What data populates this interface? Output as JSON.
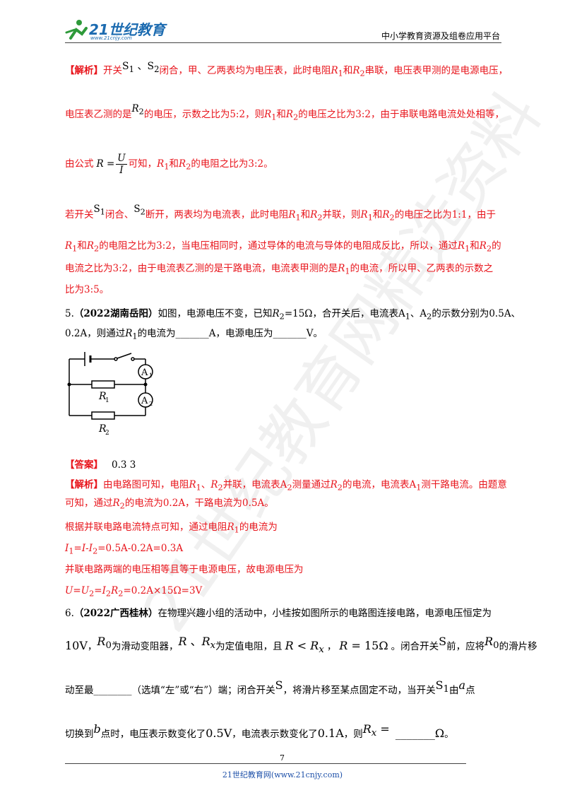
{
  "header": {
    "logo_text": "21世纪教育",
    "logo_url": "www.21cnjy.com",
    "platform": "中小学教育资源及组卷应用平台"
  },
  "q4_analysis": {
    "tag": "【解析】",
    "l1a": "开关",
    "s1": "S",
    "s2": "S",
    "l1b": "闭合，甲、乙两表均为电压表，此时电阻",
    "l1c": "和",
    "l1d": "串联，电压表甲测的是电源电压，",
    "l2a": "电压表乙测的是",
    "l2b": "的电压，示数之比为5:2，则",
    "l2c": "和",
    "l2d": "的电压之比为3:2，由于串联电路电流处处相等，",
    "l3a": "由公式",
    "l3eq": "R =",
    "l3num": "U",
    "l3den": "I",
    "l3b": "可知，",
    "l3c": "和",
    "l3d": "的电阻之比为3:2。",
    "l4a": "若开关",
    "l4b": "闭合、",
    "l4c": "断开，两表均为电流表，此时电阻",
    "l4d": "和",
    "l4e": "并联，则",
    "l4f": "和",
    "l4g": "的电压之比为1:1，由于",
    "l5a": "和",
    "l5b": "的电阻之比为3:2，当电压相同时，通过导体的电流与导体的电阻成反比，所以，通过",
    "l5c": "和",
    "l5d": "的",
    "l6a": "电流之比为3:2，由于电流表乙测的是干路电流，电流表甲测的是",
    "l6b": "的电流，所以甲、乙两表的示数之",
    "l7": "比为3:5。"
  },
  "q5": {
    "num": "5.",
    "source": "（2022湖南岳阳）",
    "l1a": "如图，电源电压不变，已知",
    "l1b": "=15Ω，合开关后，电流表A",
    "l1c": "、A",
    "l1d": "的示数分别为0.5A、",
    "l2a": "0.2A，则通过",
    "l2b": "的电流为_______A，电源电压为_______V。",
    "fig_r1": "R",
    "fig_r2": "R",
    "fig_a": "A",
    "answer_tag": "【答案】",
    "answer": "0.3   3",
    "an_tag": "【解析】",
    "a1a": "由电路图可知，电阻",
    "a1b": "、",
    "a1c": "并联，电流表A",
    "a1d": "测量通过",
    "a1e": "的电流，电流表A",
    "a1f": "测干路电流。由题意",
    "a2a": "可知，通过",
    "a2b": "的电流为0.2A，干路电流为0.5A。",
    "a3a": "根据并联电路电流特点可知，通过电阻",
    "a3b": "的电流为",
    "a4": "=0.5A-0.2A=0.3A",
    "a5": "并联电路两端的电压相等且等于电源电压，故电源电压为",
    "a6": "=0.2A×15Ω=3V"
  },
  "q6": {
    "num": "6.",
    "source": "（2022广西桂林）",
    "l1": "在物理兴趣小组的活动中，小桂按如图所示的电路图连接电路，电源电压恒定为",
    "l2a": "10V",
    "l2b": "为滑动变阻器，",
    "l2c": "为定值电阻，且",
    "l2d": "闭合开关",
    "l2e": "前，应将",
    "l2f": "的滑片移",
    "l3a": "动至最________（选填“左”或“右”）端；闭合开关",
    "l3b": "，将滑片移至某点固定不动，当开关",
    "l3c": "由",
    "l3d": "点",
    "l4a": "切换到",
    "l4b": "点时，电压表示数变化了",
    "l4c": "0.5V",
    "l4d": "，电流表示数变化了",
    "l4e": "0.1A",
    "l4f": "，则",
    "l4g": "_______Ω",
    "l4h": "。"
  },
  "footer": {
    "page": "7",
    "text": "21世纪教育网(www.21cnjy.com)"
  },
  "watermark": "21世纪教育网精选资料"
}
